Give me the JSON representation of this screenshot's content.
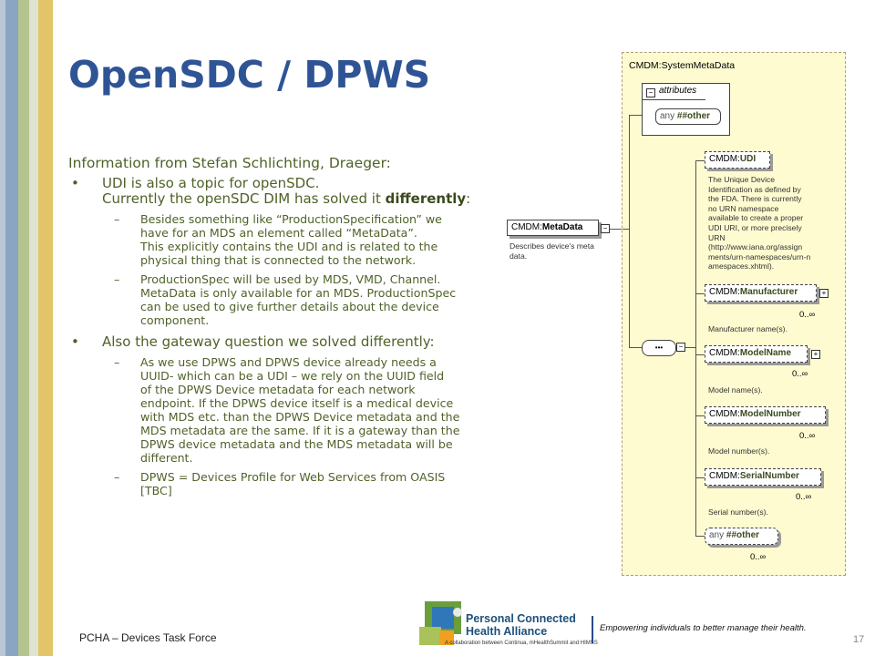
{
  "slide": {
    "title": "OpenSDC / DPWS",
    "intro": "Information from Stefan Schlichting, Draeger:",
    "bullets": [
      {
        "lines": [
          "UDI is also a topic for openSDC.",
          "Currently the openSDC DIM has solved it "
        ],
        "bold": "differently",
        "after_bold": ":",
        "subs": [
          {
            "lines": [
              "Besides something like “ProductionSpecification”  we",
              "have for an MDS an element called “MetaData”.",
              "This explicitly contains the UDI and is related to the",
              "physical thing that is connected to the network."
            ]
          },
          {
            "lines": [
              "ProductionSpec will be used by MDS, VMD, Channel.",
              "MetaData is only available for an MDS. ProductionSpec",
              "can be used to give further details about the device",
              "component."
            ]
          }
        ]
      },
      {
        "lines": [
          "Also the gateway question we solved differently:"
        ],
        "subs": [
          {
            "lines": [
              "As we use DPWS and  DPWS device already needs a",
              "UUID- which can be a UDI – we rely on the UUID field",
              "of the DPWS Device metadata for each network",
              "endpoint.  If the DPWS device itself is a medical device",
              "with MDS etc. than the DPWS Device metadata and the",
              "MDS metadata are the same. If it is a gateway than the",
              "DPWS device metadata and the MDS metadata will be",
              "different."
            ]
          },
          {
            "lines": [
              "DPWS = Devices Profile for Web Services from OASIS",
              "[TBC]"
            ]
          }
        ]
      }
    ],
    "bullet_mark": "•",
    "sub_mark": "–"
  },
  "diagram": {
    "title": "CMDM:SystemMetaData",
    "attributes_label": "attributes",
    "any_label": "any",
    "other_label": "##other",
    "metadata_prefix": "CMDM:",
    "metadata_name": "MetaData",
    "metadata_desc": [
      "Describes device's meta",
      "data."
    ],
    "elements": [
      {
        "prefix": "CMDM:",
        "name": "UDI",
        "card": "",
        "desc": [
          "The Unique Device",
          "Identification as defined by",
          "the FDA. There is currently",
          "no URN namespace",
          "available to create a proper",
          "UDI URI, or more precisely",
          "URN",
          "(http://www.iana.org/assign",
          "ments/urn-namespaces/urn-n",
          "amespaces.xhtml)."
        ]
      },
      {
        "prefix": "CMDM:",
        "name": "Manufacturer",
        "card": "0..∞",
        "desc": [
          "Manufacturer name(s)."
        ]
      },
      {
        "prefix": "CMDM:",
        "name": "ModelName",
        "card": "0..∞",
        "desc": [
          "Model name(s)."
        ]
      },
      {
        "prefix": "CMDM:",
        "name": "ModelNumber",
        "card": "0..∞",
        "desc": [
          "Model number(s)."
        ]
      },
      {
        "prefix": "CMDM:",
        "name": "SerialNumber",
        "card": "0..∞",
        "desc": [
          "Serial number(s)."
        ]
      }
    ],
    "any_other": {
      "any": "any",
      "other": "##other",
      "card": "0..∞"
    },
    "collapse_symbol": "−",
    "expand_symbol": "+",
    "sequence_symbol": "•••"
  },
  "footer": {
    "left": "PCHA – Devices Task Force",
    "page": "17",
    "logo_line1": "Personal Connected",
    "logo_line2": "Health Alliance",
    "logo_sub": "A collaboration between Continua, mHealthSummit and HIMSS",
    "tagline": "Empowering individuals to better manage their health."
  },
  "colors": {
    "title": "#2f5496",
    "text": "#4f6228",
    "diagram_bg": "#fefbd0"
  }
}
